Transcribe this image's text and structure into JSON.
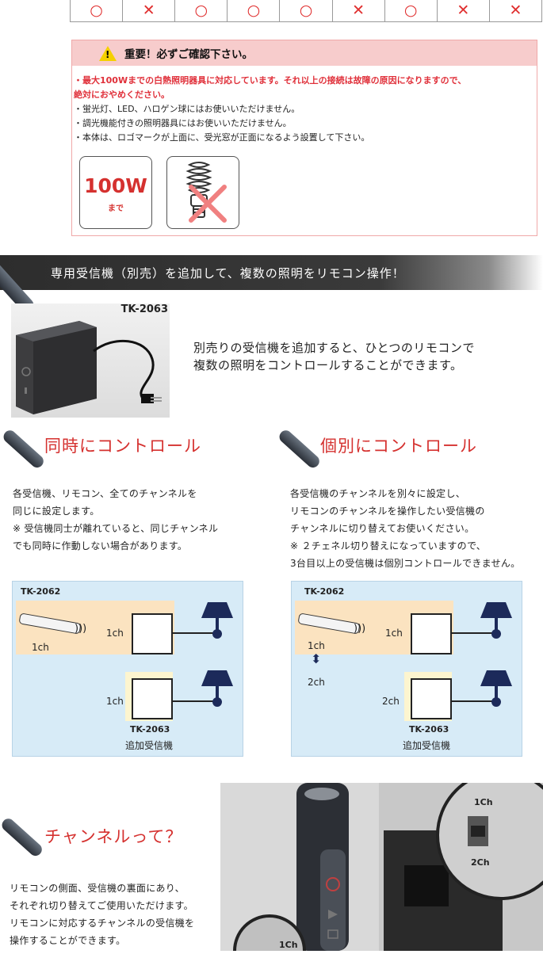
{
  "compat_marks": [
    "○",
    "✕",
    "○",
    "○",
    "○",
    "✕",
    "○",
    "✕",
    "✕"
  ],
  "notice": {
    "title": "重要！必ずご確認下さい。",
    "warn_symbol": "!",
    "lines": [
      "・最大100Wまでの白熱照明器具に対応しています。それ以上の接続は故障の原因になりますので、",
      "絶対におやめください。",
      "・蛍光灯、LED、ハロゲン球にはお使いいただけません。",
      "・調光機能付きの照明器具にはお使いいただけません。",
      "・本体は、ロゴマークが上面に、受光窓が正面になるよう設置して下さい。"
    ],
    "badge_watt": "100W",
    "badge_made": "まで"
  },
  "banner": {
    "text": "専用受信機（別売）を追加して、複数の照明をリモコン操作！"
  },
  "receiver": {
    "model": "TK-2063",
    "desc_line1": "別売りの受信機を追加すると、ひとつのリモコンで",
    "desc_line2": "複数の照明をコントロールすることができます。"
  },
  "simul": {
    "title": "同時にコントロール",
    "lines": [
      "各受信機、リモコン、全てのチャンネルを",
      "同じに設定します。",
      "※ 受信機同士が離れていると、同じチャンネル",
      "でも同時に作動しない場合があります。"
    ]
  },
  "indiv": {
    "title": "個別にコントロール",
    "lines": [
      "各受信機のチャンネルを別々に設定し、",
      "リモコンのチャンネルを操作したい受信機の",
      "チャンネルに切り替えてお使いください。",
      "※ ２チェネル切り替えになっていますので、",
      "3台目以上の受信機は個別コントロールできません。"
    ]
  },
  "diagram_left": {
    "remote_model": "TK-2062",
    "remote_ch": "1ch",
    "rx1_ch": "1ch",
    "rx2_ch": "1ch",
    "rx2_model": "TK-2063",
    "rx2_caption": "追加受信機"
  },
  "diagram_right": {
    "remote_model": "TK-2062",
    "remote_ch1": "1ch",
    "remote_ch2": "2ch",
    "rx1_ch": "1ch",
    "rx2_ch": "2ch",
    "rx2_model": "TK-2063",
    "rx2_caption": "追加受信機"
  },
  "channel": {
    "title": "チャンネルって？",
    "lines": [
      "リモコンの側面、受信機の裏面にあり、",
      "それぞれ切り替えてご使用いただけます。",
      "リモコンに対応するチャンネルの受信機を",
      "操作することができます。"
    ],
    "photo_label_1": "1Ch",
    "photo_label_2": "2Ch",
    "photo_label_3": "1Ch"
  },
  "colors": {
    "accent_red": "#d5312f",
    "notice_pink": "#f7cccc",
    "diagram_blue": "#d7ebf7",
    "lamp_navy": "#1c2a5a"
  }
}
